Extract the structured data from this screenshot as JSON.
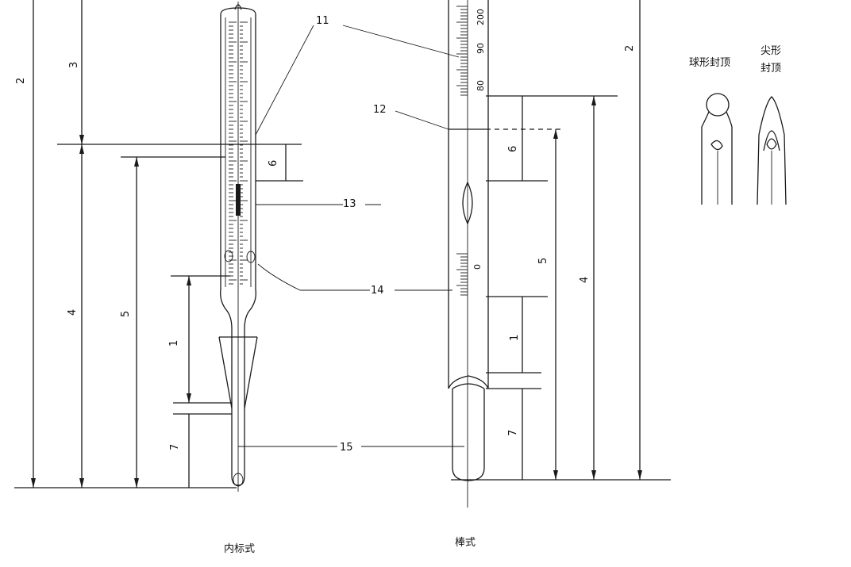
{
  "figure": {
    "callouts": {
      "c11": "11",
      "c12": "12",
      "c13": "13",
      "c14": "14",
      "c15": "15"
    },
    "left_dims": {
      "d2": "2",
      "d3": "3",
      "d4": "4",
      "d5": "5",
      "d6": "6",
      "d1": "1",
      "d7": "7"
    },
    "right_dims": {
      "d2": "2",
      "d6": "6",
      "d5": "5",
      "d4": "4",
      "d1": "1",
      "d7": "7"
    },
    "scale_labels": {
      "s200": "200",
      "s90": "90",
      "s80": "80",
      "s0": "0"
    },
    "captions": {
      "inner_scale": "内标式",
      "rod_type": "棒式"
    },
    "seal_types": {
      "ball_top": "球形封顶",
      "pointed_top_line1": "尖形",
      "pointed_top_line2": "封顶"
    }
  }
}
